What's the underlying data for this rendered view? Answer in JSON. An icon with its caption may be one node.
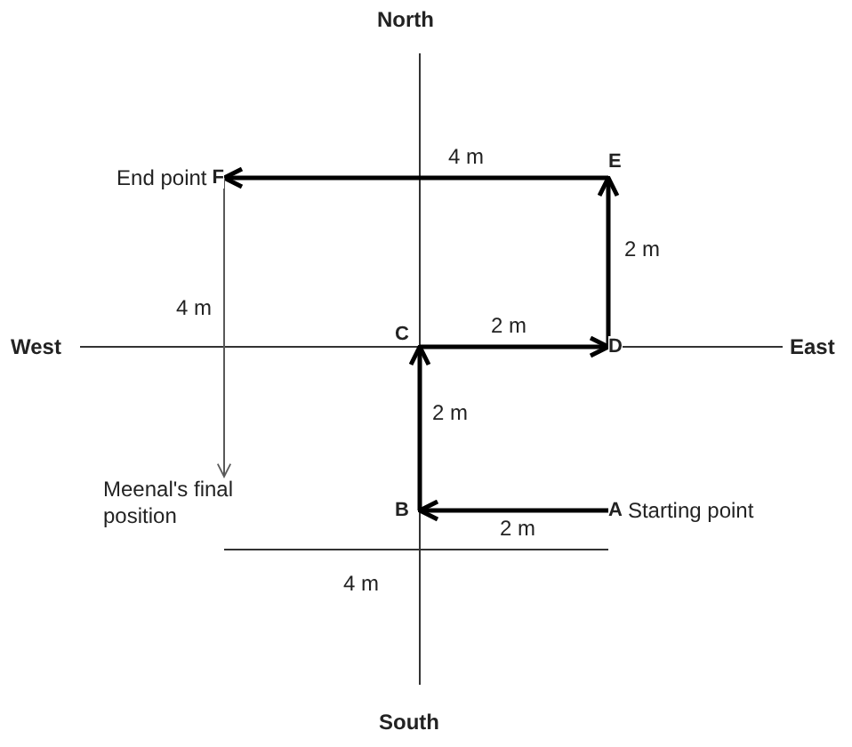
{
  "diagram": {
    "nodes": [
      {
        "text": [
          "A"
        ],
        "beside": [
          "Starting point"
        ]
      },
      {
        "text": [
          "B"
        ]
      },
      {
        "text": [
          "C"
        ]
      },
      {
        "text": [
          "D"
        ]
      },
      {
        "text": [
          "E"
        ]
      },
      {
        "text": [
          "F"
        ],
        "beside": [
          "End point"
        ]
      },
      {
        "text": [
          "Meenal's final position"
        ]
      }
    ],
    "edges": [
      {
        "from": 0,
        "to": 1,
        "arrow": "to",
        "label": "2 m"
      },
      {
        "from": 1,
        "to": 2,
        "arrow": "to",
        "label": "2 m"
      },
      {
        "from": 2,
        "to": 3,
        "arrow": "to",
        "label": "2 m"
      },
      {
        "from": 3,
        "to": 4,
        "arrow": "to",
        "label": "2 m"
      },
      {
        "from": 4,
        "to": 5,
        "arrow": "to",
        "label": "4 m"
      },
      {
        "from": 5,
        "to": 6,
        "arrow": "to",
        "label": "4 m",
        "color": "#595959"
      }
    ],
    "labels": [
      "North",
      "West",
      "East",
      "4 m",
      "South"
    ]
  }
}
